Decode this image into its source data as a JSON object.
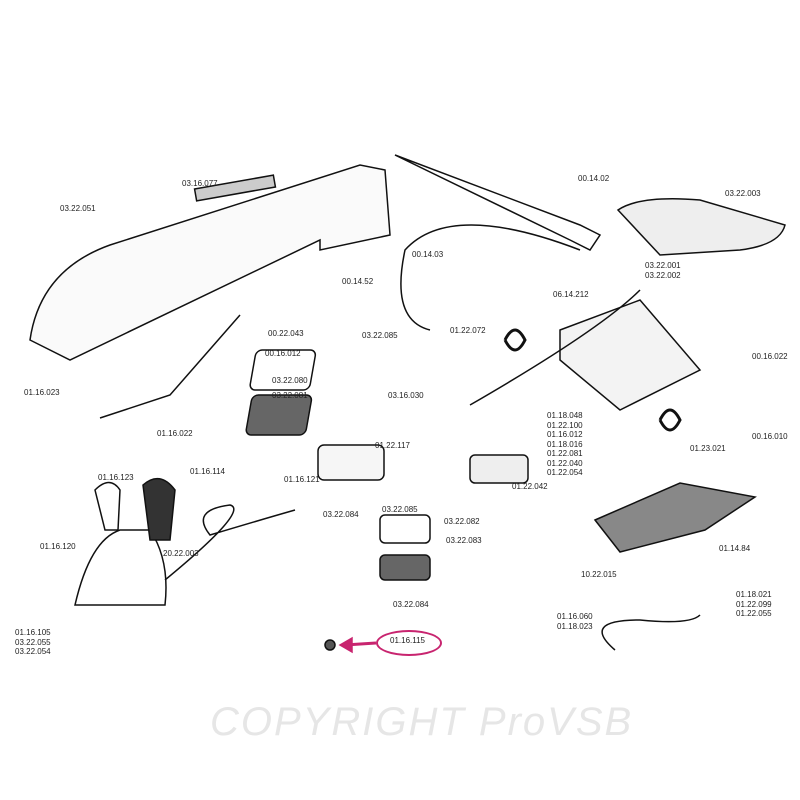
{
  "watermark": "COPYRIGHT ProVSB",
  "highlight_color": "#c8246f",
  "highlighted_part": "01.16.115",
  "labels": {
    "a": "03.16.077",
    "b": "03.22.051",
    "c": "00.14.52",
    "d": "00.22.043",
    "e": "00.16.012",
    "f": "03.22.085",
    "g": "03.22.080",
    "h": "03.22.081",
    "i": "01.16.023",
    "j": "01.16.022",
    "k": "00.14.02",
    "m": "03.22.003",
    "n": "00.14.03",
    "o": "03.22.001\n03.22.002",
    "p": "06.14.212",
    "q": "01.22.072",
    "r": "03.16.030",
    "s": "01.22.117",
    "t": "00.16.022",
    "u": "00.16.010",
    "v": "01.18.048\n01.22.100\n01.16.012\n01.18.016\n01.22.081\n01.22.040\n01.22.054",
    "w": "01.23.021",
    "x": "01.22.042",
    "y": "01.16.123",
    "z": "01.16.114",
    "aa": "01.16.121",
    "ab": "01.16.120",
    "ac": "20.22.003",
    "ad": "03.22.084",
    "ae": "03.22.085",
    "af": "03.22.082",
    "ag": "03.22.083",
    "ah": "03.22.084",
    "ai": "01.16.105\n03.22.055\n03.22.054",
    "aj": "01.16.115",
    "ak": "10.22.015",
    "al": "01.14.84",
    "am": "01.18.021\n01.22.099\n01.22.055",
    "an": "01.16.060\n01.18.023"
  }
}
